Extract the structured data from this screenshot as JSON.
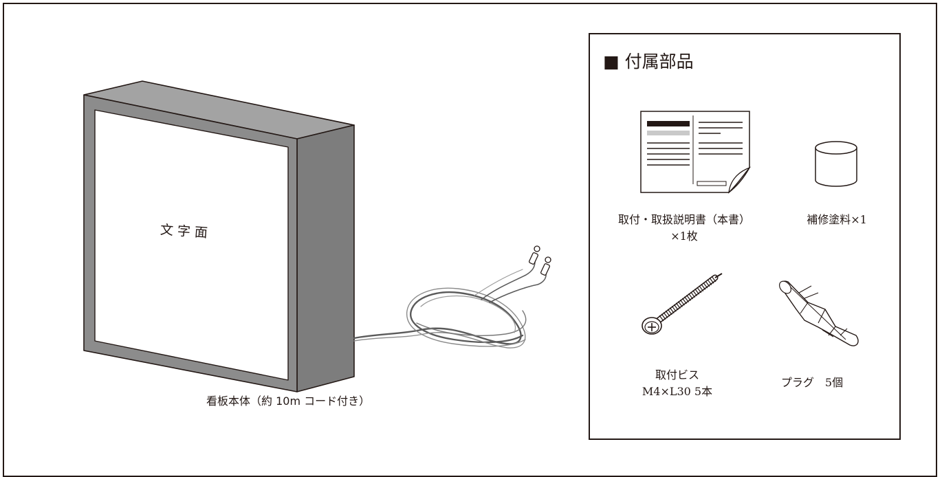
{
  "sign": {
    "face_label": "文字面",
    "caption": "看板本体（約 10m コード付き）"
  },
  "parts": {
    "heading": "■ 付属部品",
    "manual": {
      "line1": "取付・取扱説明書（本書）",
      "line2": "×1枚"
    },
    "paint": {
      "label": "補修塗料×1"
    },
    "screw": {
      "line1": "取付ビス",
      "line2": "M4×L30 5本"
    },
    "plug": {
      "label": "プラグ　5個"
    }
  },
  "colors": {
    "ink": "#231815",
    "housing": "#898989",
    "housing_top": "#a0a0a0",
    "housing_side": "#7a7a7a",
    "face": "#ffffff"
  }
}
